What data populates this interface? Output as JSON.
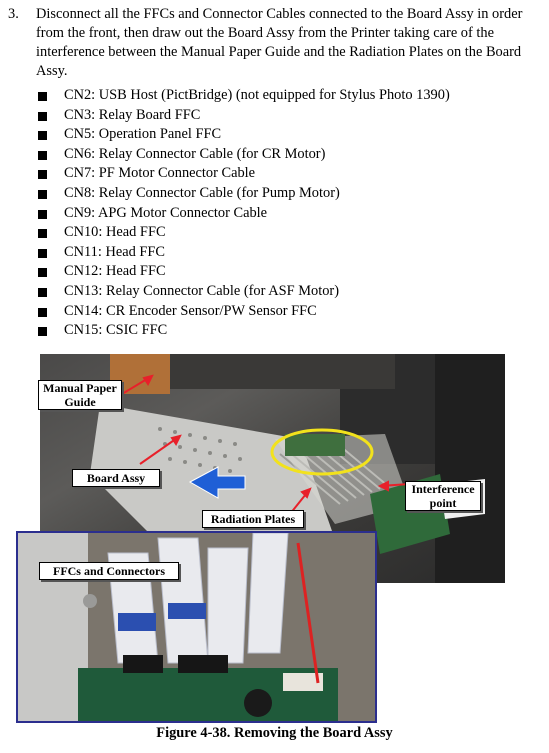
{
  "step": {
    "number": "3.",
    "text": "Disconnect all the FFCs and Connector Cables connected to the Board Assy in order from the front, then draw out the Board Assy from the Printer taking care of the interference between the Manual Paper Guide and the Radiation Plates on the Board Assy."
  },
  "connectors": [
    "CN2: USB Host (PictBridge) (not equipped for Stylus Photo 1390)",
    "CN3: Relay Board FFC",
    "CN5: Operation Panel FFC",
    "CN6: Relay Connector Cable (for CR Motor)",
    "CN7: PF Motor Connector Cable",
    "CN8: Relay Connector Cable (for Pump Motor)",
    "CN9: APG Motor Connector Cable",
    "CN10: Head FFC",
    "CN11: Head FFC",
    "CN12: Head FFC",
    "CN13: Relay Connector Cable (for ASF Motor)",
    "CN14: CR Encoder Sensor/PW Sensor FFC",
    "CN15: CSIC FFC"
  ],
  "callouts": {
    "manual_paper_guide": "Manual Paper Guide",
    "board_assy": "Board Assy",
    "radiation_plates": "Radiation Plates",
    "interference_point": "Interference point",
    "ffcs_and_connectors": "FFCs and Connectors"
  },
  "colors": {
    "arrow_red": "#e8202a",
    "inset_border": "#2b2e8e",
    "direction_arrow": "#1f5fd6",
    "highlight_ellipse": "#f2e21c"
  },
  "caption": "Figure 4-38. Removing the Board Assy"
}
